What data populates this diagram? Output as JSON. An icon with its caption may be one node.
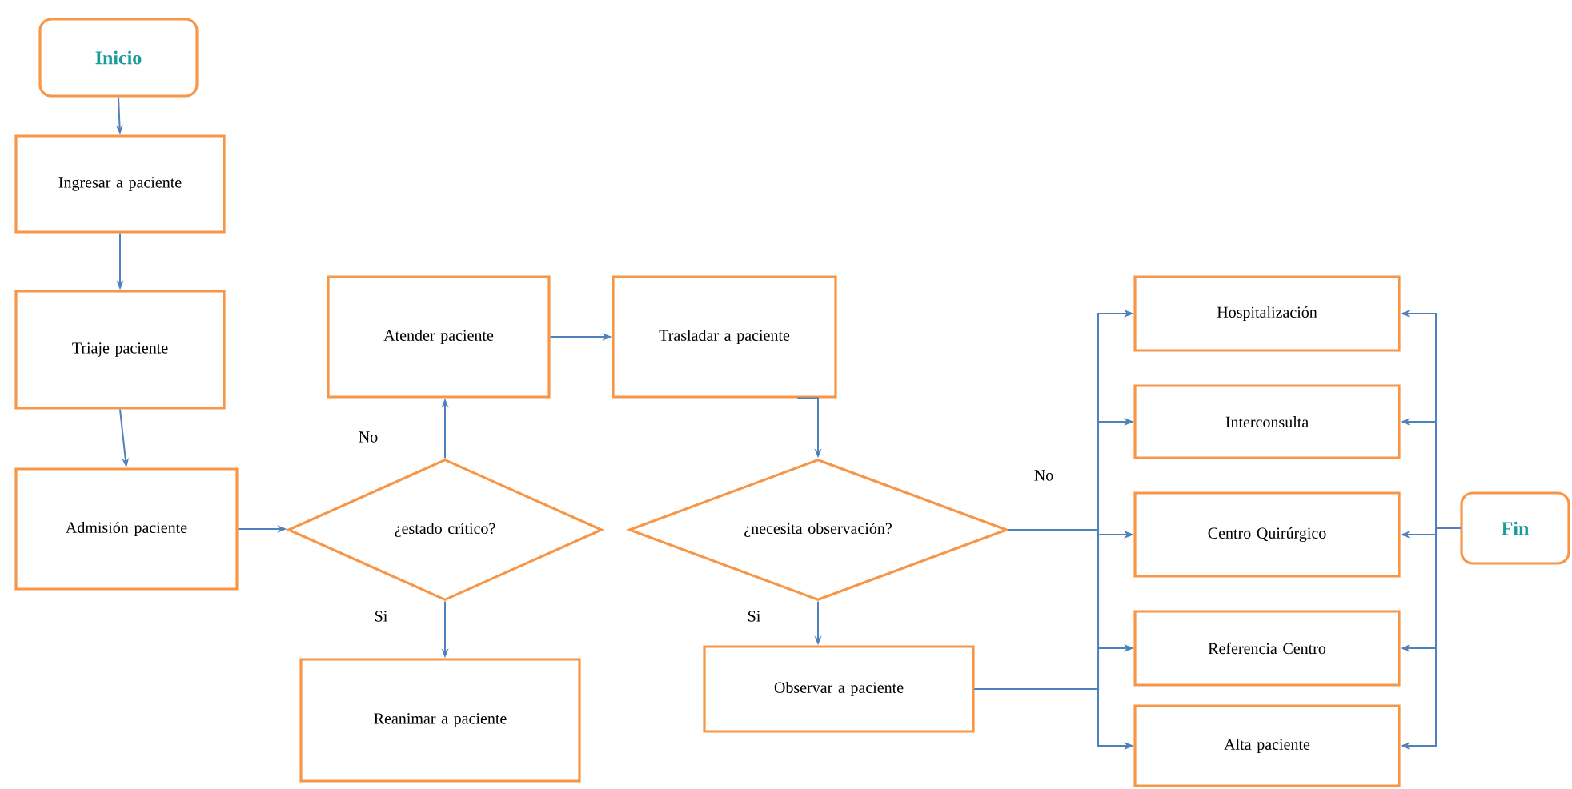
{
  "diagram": {
    "nodes": [
      {
        "text": [
          "Inicio"
        ]
      },
      {
        "text": [
          "Ingresar a paciente"
        ]
      },
      {
        "text": [
          "Triaje paciente"
        ]
      },
      {
        "text": [
          "Admisión paciente"
        ]
      },
      {
        "text": [
          "¿estado crítico?"
        ]
      },
      {
        "text": [
          "Atender paciente"
        ]
      },
      {
        "text": [
          "Reanimar a paciente"
        ]
      },
      {
        "text": [
          "Trasladar a paciente"
        ]
      },
      {
        "text": [
          "¿necesita observación?"
        ]
      },
      {
        "text": [
          "Observar a paciente"
        ]
      },
      {
        "text": [
          "Hospitalización"
        ]
      },
      {
        "text": [
          "Interconsulta"
        ]
      },
      {
        "text": [
          "Centro Quirúrgico"
        ]
      },
      {
        "text": [
          "Referencia Centro"
        ]
      },
      {
        "text": [
          "Alta paciente"
        ]
      },
      {
        "text": [
          "Fin"
        ]
      }
    ],
    "edges": [
      {
        "from": 0,
        "to": 1,
        "arrow": "to"
      },
      {
        "from": 1,
        "to": 2,
        "arrow": "to"
      },
      {
        "from": 2,
        "to": 3,
        "arrow": "to"
      },
      {
        "from": 3,
        "to": 4,
        "arrow": "to"
      },
      {
        "from": 4,
        "to": 5,
        "arrow": "to",
        "label": "No"
      },
      {
        "from": 4,
        "to": 6,
        "arrow": "to",
        "label": "Si"
      },
      {
        "from": 5,
        "to": 7,
        "arrow": "to"
      },
      {
        "from": 7,
        "to": 8,
        "arrow": "to"
      },
      {
        "from": 8,
        "to": 9,
        "arrow": "to",
        "label": "Si"
      },
      {
        "from": 8,
        "to": 10,
        "arrow": "to"
      },
      {
        "from": 8,
        "to": 11,
        "arrow": "to"
      },
      {
        "from": 8,
        "to": 12,
        "arrow": "to",
        "label": "No"
      },
      {
        "from": 8,
        "to": 13,
        "arrow": "to"
      },
      {
        "from": 8,
        "to": 14,
        "arrow": "to"
      },
      {
        "from": 9,
        "to": 10,
        "arrow": "to"
      },
      {
        "from": 9,
        "to": 11,
        "arrow": "to"
      },
      {
        "from": 9,
        "to": 12,
        "arrow": "to"
      },
      {
        "from": 9,
        "to": 13,
        "arrow": "to"
      },
      {
        "from": 9,
        "to": 14,
        "arrow": "to"
      },
      {
        "from": 15,
        "to": 10,
        "arrow": "to"
      },
      {
        "from": 15,
        "to": 11,
        "arrow": "to"
      },
      {
        "from": 15,
        "to": 12,
        "arrow": "to"
      },
      {
        "from": 15,
        "to": 13,
        "arrow": "to"
      },
      {
        "from": 15,
        "to": 14,
        "arrow": "to"
      }
    ]
  }
}
